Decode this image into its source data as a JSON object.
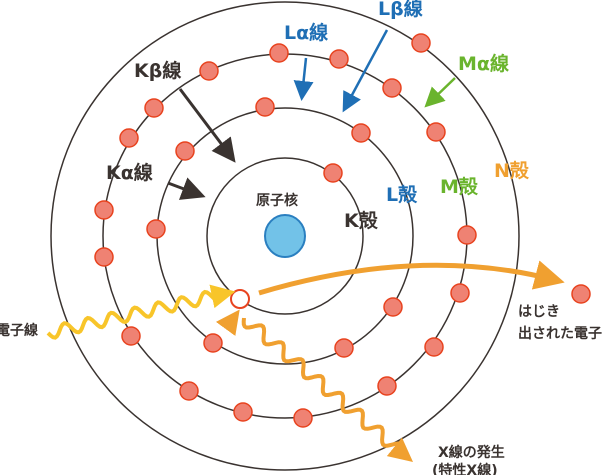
{
  "labels": {
    "nucleus": "原子核",
    "k_shell": "K殻",
    "l_shell": "L殻",
    "m_shell": "M殻",
    "n_shell": "N殻",
    "k_beta": "Kβ線",
    "k_alpha": "Kα線",
    "l_alpha": "Lα線",
    "l_beta": "Lβ線",
    "m_alpha": "Mα線",
    "electron_beam": "電子線",
    "ejected_line1": "はじき",
    "ejected_line2": "出された電子",
    "xray_line1": "X線の発生",
    "xray_line2": "(特性X線)"
  },
  "colors": {
    "shell_line": "#3a3330",
    "electron_fill": "#ef8273",
    "electron_stroke": "#e8431f",
    "nucleus_fill": "#72c2e8",
    "nucleus_stroke": "#2a7fc0",
    "dark_arrow": "#3a3330",
    "blue": "#1f6fb5",
    "green": "#6ab42d",
    "orange": "#f0a030",
    "yellow": "#f8c52a"
  }
}
